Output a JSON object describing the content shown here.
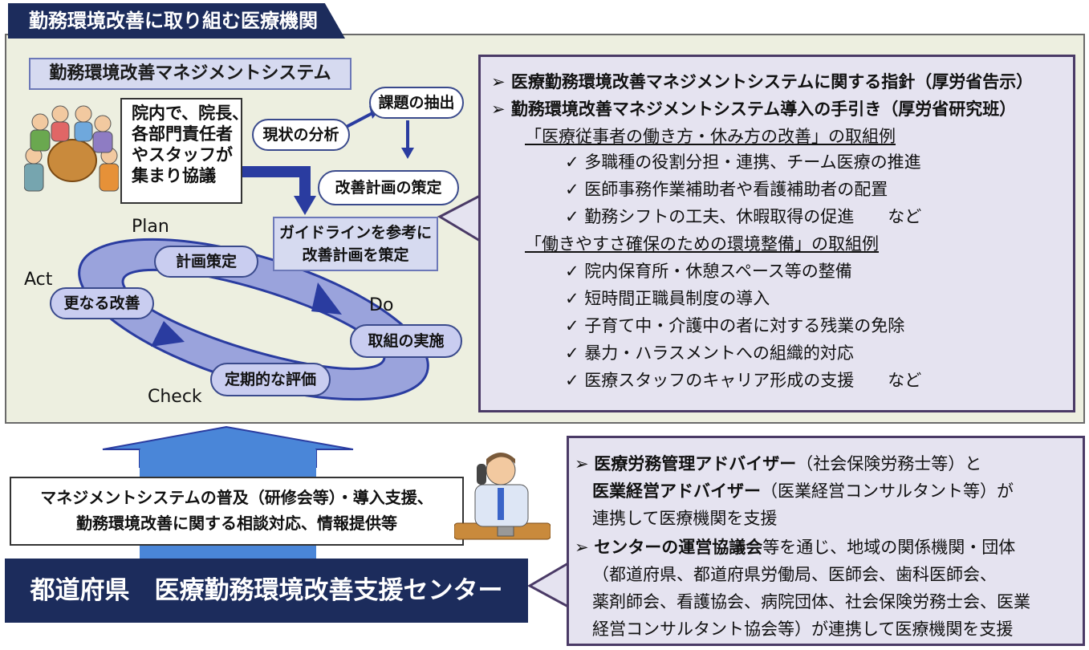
{
  "header": {
    "title": "勤務環境改善に取り組む医療機関"
  },
  "system": {
    "subtitle": "勤務環境改善マネジメントシステム",
    "note_lines": [
      "院内で、院長、",
      "各部門責任者",
      "やスタッフが",
      "集まり協議"
    ],
    "guide_lines": [
      "ガイドラインを参考に",
      "改善計画を策定"
    ],
    "cycle_steps": {
      "analysis": "現状の分析",
      "extract": "課題の抽出",
      "plan_make": "改善計画の策定"
    },
    "pdca": {
      "plan": "Plan",
      "do": "Do",
      "check": "Check",
      "act": "Act",
      "plan_step": "計画策定",
      "do_step": "取組の実施",
      "check_step": "定期的な評価",
      "act_step": "更なる改善"
    }
  },
  "info": {
    "bullet1": "医療勤務環境改善マネジメントシステムに関する指針（厚労省告示）",
    "bullet2": "勤務環境改善マネジメントシステム導入の手引き（厚労省研究班）",
    "section1": "「医療従事者の働き方・休み方の改善」の取組例",
    "section1_items": [
      "多職種の役割分担・連携、チーム医療の推進",
      "医師事務作業補助者や看護補助者の配置",
      "勤務シフトの工夫、休暇取得の促進　　など"
    ],
    "section2": "「働きやすさ確保のための環境整備」の取組例",
    "section2_items": [
      "院内保育所・休憩スペース等の整備",
      "短時間正職員制度の導入",
      "子育て中・介護中の者に対する残業の免除",
      "暴力・ハラスメントへの組織的対応",
      "医療スタッフのキャリア形成の支援　　など"
    ],
    "check_mark": "✓",
    "bullet_mark": "➢"
  },
  "support": {
    "lines": [
      "マネジメントシステムの普及（研修会等）・導入支援、",
      "勤務環境改善に関する相談対応、情報提供等"
    ],
    "center_name": "都道府県　医療勤務環境改善支援センター"
  },
  "advisors": {
    "a1_bold": "医療労務管理アドバイザー",
    "a1_rest": "（社会保険労務士等）と",
    "a2_bold": "医業経営アドバイザー",
    "a2_rest": "（医業経営コンサルタント等）が",
    "a3": "連携して医療機関を支援",
    "b1_bold": "センターの運営協議会",
    "b1_rest": "等を通じ、地域の関係機関・団体",
    "b2": "（都道府県、都道府県労働局、医師会、歯科医師会、",
    "b3": "薬剤師会、看護協会、病院団体、社会保険労務士会、医業",
    "b4": "経営コンサルタント協会等）が連携して医療機関を支援"
  },
  "colors": {
    "navy": "#1c2c5c",
    "panel": "#edefe0",
    "lavender": "#e5e3f0",
    "cycle": "#9aa3dc",
    "arrow": "#2a3ca0"
  }
}
